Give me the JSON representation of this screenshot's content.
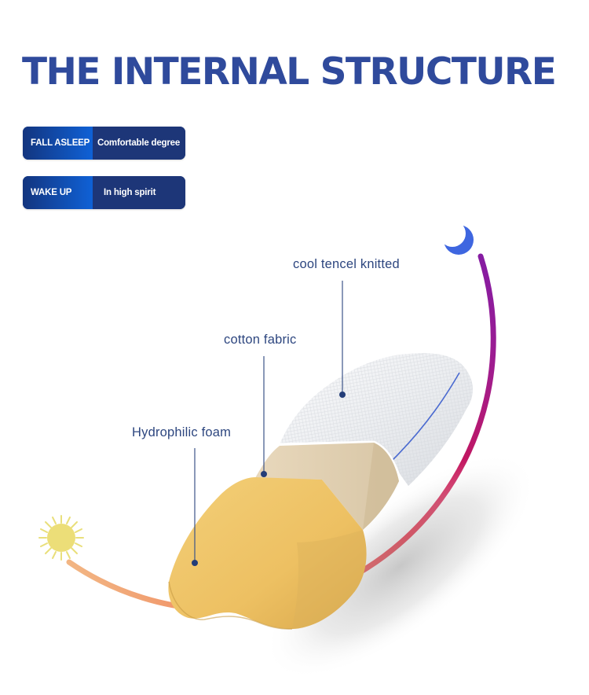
{
  "title": "THE INTERNAL STRUCTURE",
  "badges": [
    {
      "key": "FALL ASLEEP",
      "value": "Comfortable degree"
    },
    {
      "key": "WAKE UP",
      "value": "In high spirit"
    }
  ],
  "layers": [
    {
      "label": "cool tencel knitted"
    },
    {
      "label": "cotton fabric"
    },
    {
      "label": "Hydrophilic foam"
    }
  ],
  "icons": {
    "night": "moon-icon",
    "day": "sun-icon"
  },
  "colors": {
    "title": "#2f4a9c",
    "arc_start": "#f1dfa4",
    "arc_mid": "#e8102c",
    "arc_end": "#7a1fb0",
    "foam": "#efc46a",
    "fabric": "#e4d3b5",
    "knit": "#f1f2f4"
  }
}
